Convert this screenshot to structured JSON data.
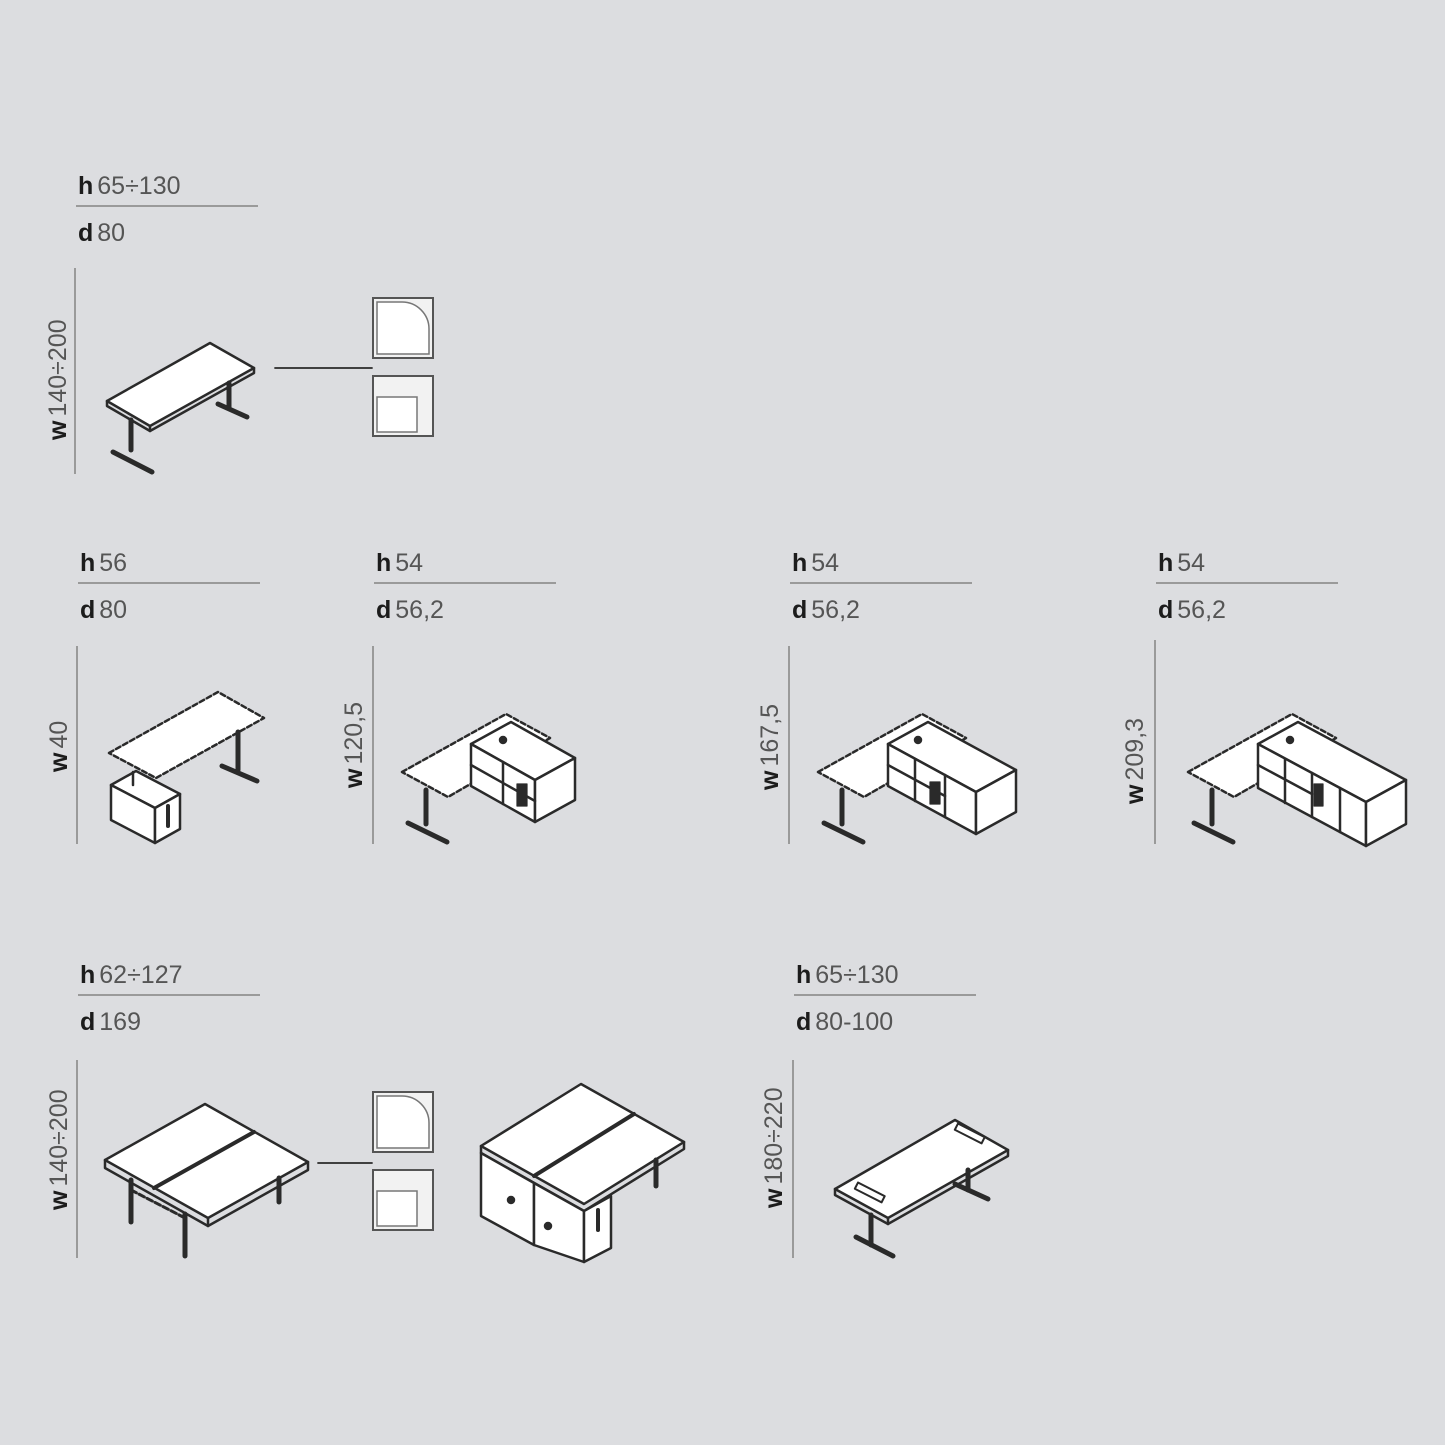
{
  "labels": {
    "h": "h",
    "d": "d",
    "w": "w"
  },
  "products": [
    {
      "id": "desk-single",
      "h": "65÷130",
      "d": "80",
      "w": "140÷200"
    },
    {
      "id": "desk-pedestal",
      "h": "56",
      "d": "80",
      "w": "40"
    },
    {
      "id": "desk-return-1",
      "h": "54",
      "d": "56,2",
      "w": "120,5"
    },
    {
      "id": "desk-return-2",
      "h": "54",
      "d": "56,2",
      "w": "167,5"
    },
    {
      "id": "desk-return-3",
      "h": "54",
      "d": "56,2",
      "w": "209,3"
    },
    {
      "id": "bench-double",
      "h": "62÷127",
      "d": "169",
      "w": "140÷200"
    },
    {
      "id": "desk-large",
      "h": "65÷130",
      "d": "80-100",
      "w": "180÷220"
    }
  ],
  "colors": {
    "background": "#dcdde0",
    "line": "#2a2a2a",
    "divider": "#9a9a9a"
  },
  "icons": [
    "rounded-corner-icon",
    "square-corner-icon"
  ]
}
